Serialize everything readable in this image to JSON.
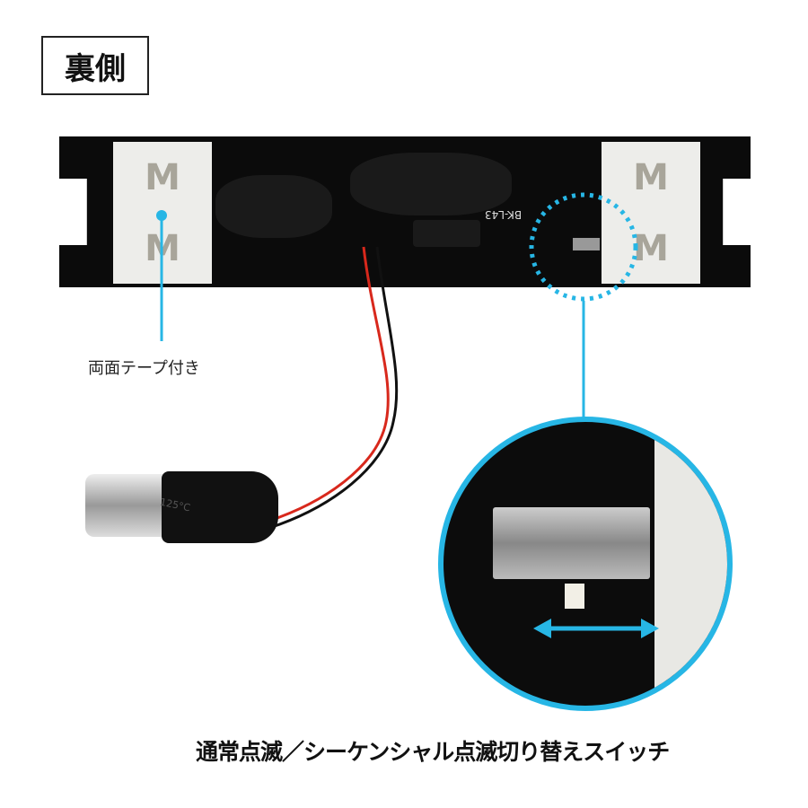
{
  "title": "裏側",
  "pcb_label": "BK-L43",
  "tape_caption": "両面テープ付き",
  "sleeve_text": "125°C",
  "switch_caption": "通常点滅／シーケンシャル点滅切り替えスイッチ",
  "tape_mark": "M",
  "colors": {
    "accent": "#27b6e5",
    "pcb": "#0b0b0b",
    "tape": "#ededea"
  }
}
